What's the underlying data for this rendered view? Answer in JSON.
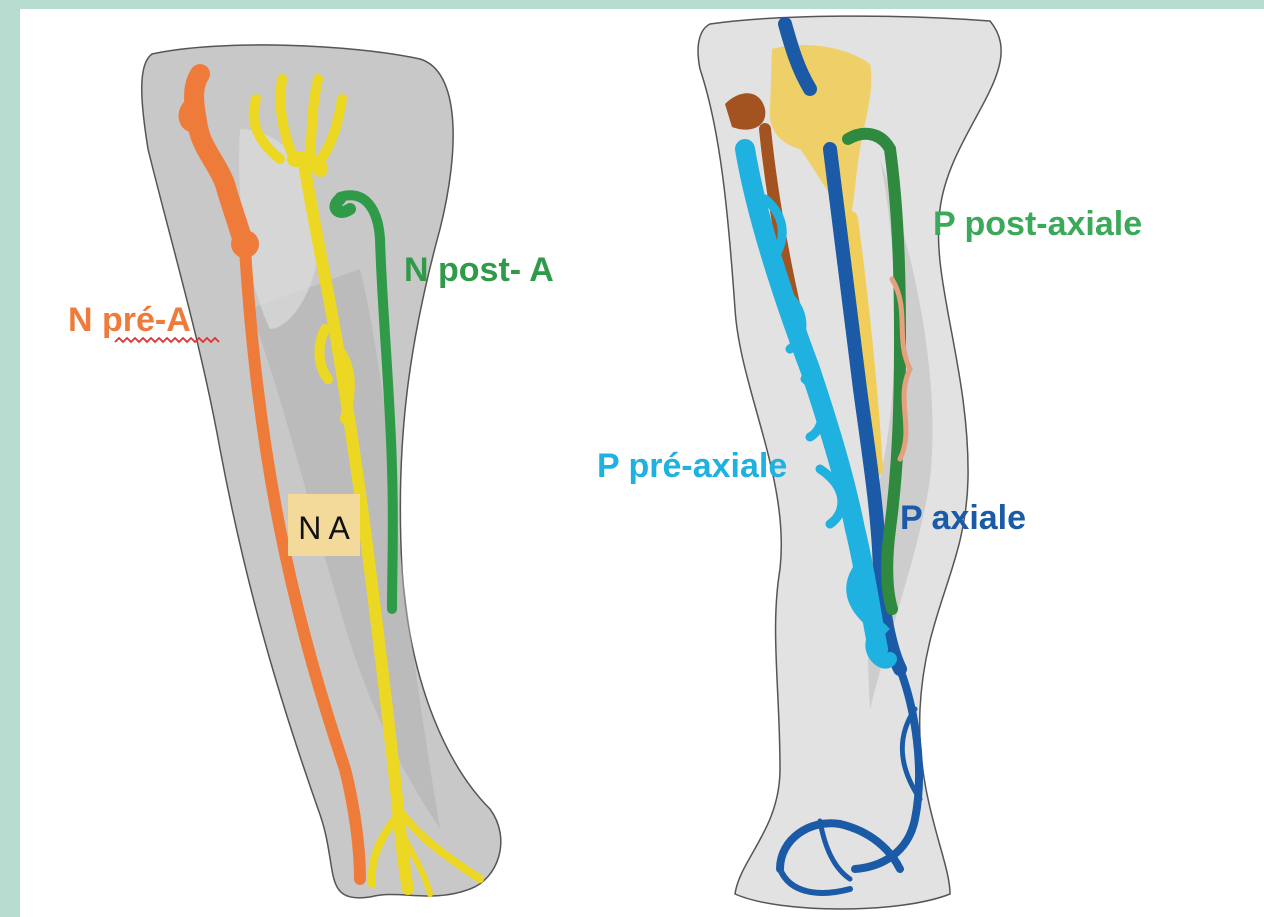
{
  "colors": {
    "frame": "#b7ddd0",
    "limb_fill": "#c8c8c8",
    "limb_outline": "#555555",
    "pre_axial_nerve": "#ef7b3a",
    "axial_nerve": "#ecd822",
    "post_axial_nerve": "#2f9a47",
    "pre_axial_vessel": "#1fb1e0",
    "axial_vessel": "#1a5aa6",
    "post_axial_vessel": "#2f8a3f",
    "vessel_brown": "#a3531f",
    "axial_label_box": "#f3d99a",
    "spellcheck_underline": "#e23030"
  },
  "icons": {
    "left_limb": "forearm-nerve-drawing",
    "right_limb": "forearm-vessel-drawing"
  },
  "left_limb": {
    "labels": {
      "pre_axial_nerve": "N pré-A",
      "post_axial_nerve": "N post- A",
      "axial_nerve": "N A"
    }
  },
  "right_limb": {
    "labels": {
      "post_axial_vessel": "P post-axiale",
      "pre_axial_vessel": "P pré-axiale",
      "axial_vessel": "P axiale"
    }
  }
}
